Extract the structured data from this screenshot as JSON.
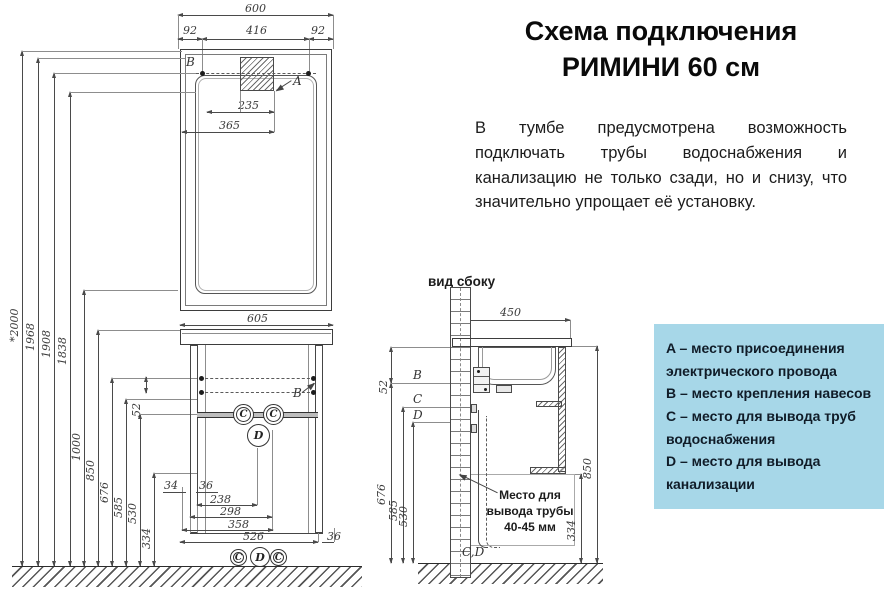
{
  "title": {
    "line1": "Схема подключения",
    "line2": "РИМИНИ 60 см"
  },
  "description": "В тумбе предусмотрена возможность подключать трубы водоснабжения и канализацию не только сзади, но и снизу, что значительно упрощает её установку.",
  "markers": {
    "a": "A",
    "b": "B",
    "c": "C",
    "d": "D",
    "cd": "C,D"
  },
  "front_view": {
    "dims": {
      "width_total": "600",
      "left_offset": "92",
      "center_span": "416",
      "right_offset": "92",
      "hatch_offset": "235",
      "hatch_offset2": "365",
      "cabinet_width": "605",
      "row_gap": "52",
      "h2000": "*2000",
      "h1968": "1968",
      "h1908": "1908",
      "h1838": "1838",
      "h1000": "1000",
      "h850": "850",
      "h676": "676",
      "h585": "585",
      "h530": "530",
      "h334": "334",
      "b34": "34",
      "b36l": "36",
      "b238": "238",
      "b298": "298",
      "b358": "358",
      "b526": "526",
      "b36r": "36"
    }
  },
  "side_view": {
    "label": "вид сбоку",
    "dims": {
      "depth": "450",
      "s52": "52",
      "s676": "676",
      "s585": "585",
      "s530": "530",
      "s850": "850",
      "s334": "334"
    },
    "pipe_note": "Место для вывода трубы 40-45 мм",
    "cd_label": "C,D"
  },
  "legend": {
    "bg_color": "#a7d7e8",
    "items": [
      {
        "text": "A – место присоединения электрического провода"
      },
      {
        "text": "B – место крепления навесов"
      },
      {
        "text": "C – место для вывода труб водоснабжения"
      },
      {
        "text": "D – место для вывода канализации"
      }
    ]
  }
}
